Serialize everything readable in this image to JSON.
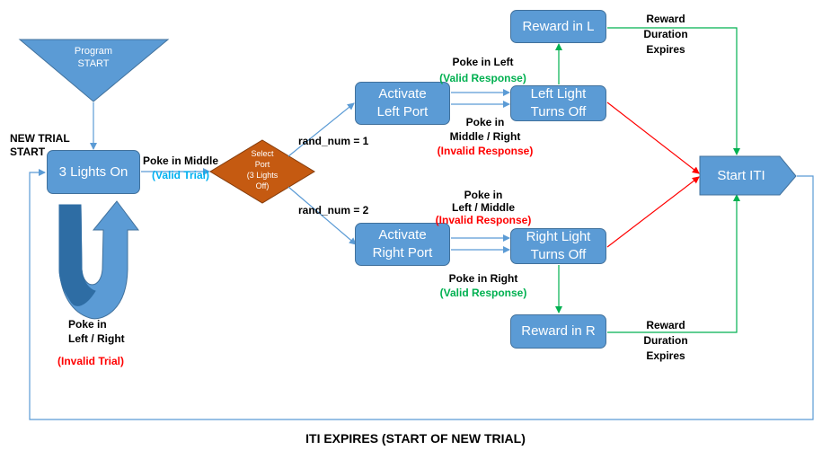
{
  "program_start": {
    "line1": "Program",
    "line2": "START"
  },
  "new_trial_start": {
    "line1": "NEW TRIAL",
    "line2": "START"
  },
  "lights_on": "3 Lights On",
  "poke_middle": {
    "line1": "Poke in Middle",
    "line2": "(Valid Trial)"
  },
  "select_port": {
    "line1": "Select",
    "line2": "Port",
    "line3": "(3 Lights",
    "line4": "Off)"
  },
  "rand1": "rand_num = 1",
  "rand2": "rand_num = 2",
  "activate_left": {
    "line1": "Activate",
    "line2": "Left Port"
  },
  "activate_right": {
    "line1": "Activate",
    "line2": "Right Port"
  },
  "left_light": {
    "line1": "Left Light",
    "line2": "Turns Off"
  },
  "right_light": {
    "line1": "Right Light",
    "line2": "Turns Off"
  },
  "reward_l": "Reward in L",
  "reward_r": "Reward in R",
  "start_iti": "Start ITI",
  "poke_left_valid": {
    "line1": "Poke in Left",
    "line2": "(Valid Response)"
  },
  "poke_mr_invalid": {
    "line1": "Poke in",
    "line2": "Middle / Right",
    "line3": "(Invalid Response)"
  },
  "poke_lm_invalid": {
    "line1": "Poke in",
    "line2": "Left / Middle",
    "line3": "(Invalid Response)"
  },
  "poke_right_valid": {
    "line1": "Poke in Right",
    "line2": "(Valid Response)"
  },
  "reward_expires_top": {
    "line1": "Reward",
    "line2": "Duration",
    "line3": "Expires"
  },
  "reward_expires_bottom": {
    "line1": "Reward",
    "line2": "Duration",
    "line3": "Expires"
  },
  "poke_lr_invalid": {
    "line1": "Poke in",
    "line2": "Left / Right",
    "line3": "(Invalid Trial)"
  },
  "iti_expires": "ITI EXPIRES (START OF NEW TRIAL)",
  "colors": {
    "box": "#5b9bd5",
    "diamond": "#c55a11",
    "valid": "#00b050",
    "invalid": "#ff0000",
    "trial": "#00b0f0"
  }
}
